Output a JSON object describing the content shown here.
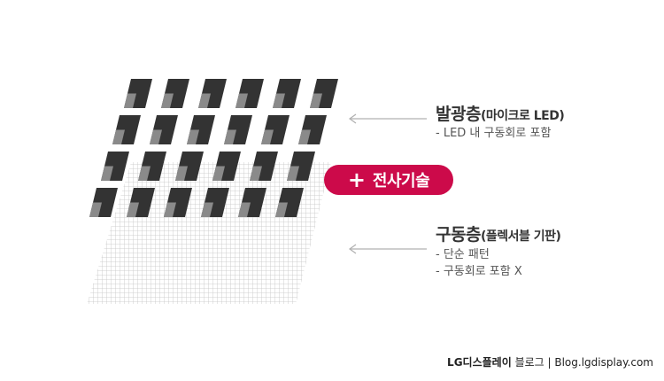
{
  "emitting_layer": {
    "title": "발광층",
    "subtitle": "(마이크로 LED)",
    "lines": [
      "- LED 내 구동회로 포함"
    ]
  },
  "driving_layer": {
    "title": "구동층",
    "subtitle": "(플렉서블 기판)",
    "lines": [
      "- 단순 패턴",
      "- 구동회로 포함 X"
    ]
  },
  "badge": {
    "plus": "+",
    "text": "전사기술"
  },
  "footer": {
    "brand": "LG디스플레이",
    "blog": " 블로그 | Blog.lgdisplay.com"
  },
  "colors": {
    "accent": "#cc0a4a",
    "led_dark": "#333333",
    "led_light": "#8a8a8a",
    "substrate_grid": "#bdbdbd",
    "arrow": "#b0b0b0",
    "text": "#333333"
  },
  "led_grid": {
    "rows": 4,
    "cols": 6
  }
}
